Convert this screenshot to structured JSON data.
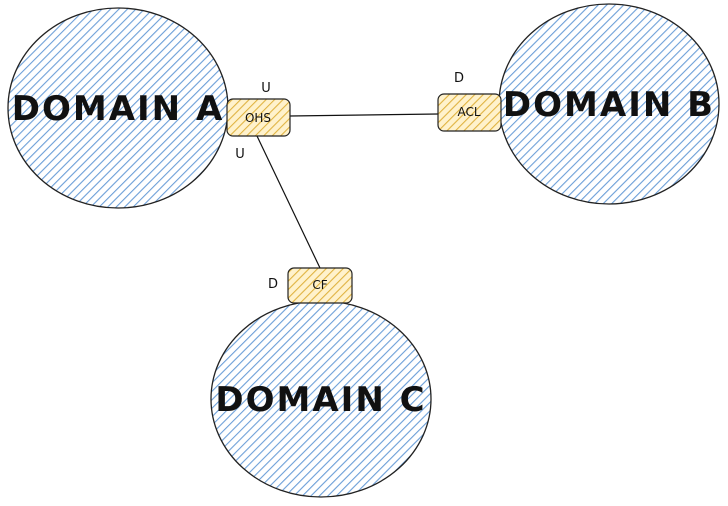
{
  "colors": {
    "domain_fill": "#dae8fc",
    "domain_hatch": "#6c9fd8",
    "domain_stroke": "#222222",
    "port_fill": "#fff2cc",
    "port_hatch": "#e0b341",
    "port_stroke": "#222222",
    "edge": "#111111"
  },
  "domains": {
    "a": {
      "label": "DOMAIN A"
    },
    "b": {
      "label": "DOMAIN B"
    },
    "c": {
      "label": "DOMAIN C"
    }
  },
  "ports": {
    "ohs": {
      "label": "OHS",
      "roles": [
        "U",
        "U"
      ]
    },
    "acl": {
      "label": "ACL",
      "role": "D"
    },
    "cf": {
      "label": "CF",
      "role": "D"
    }
  }
}
